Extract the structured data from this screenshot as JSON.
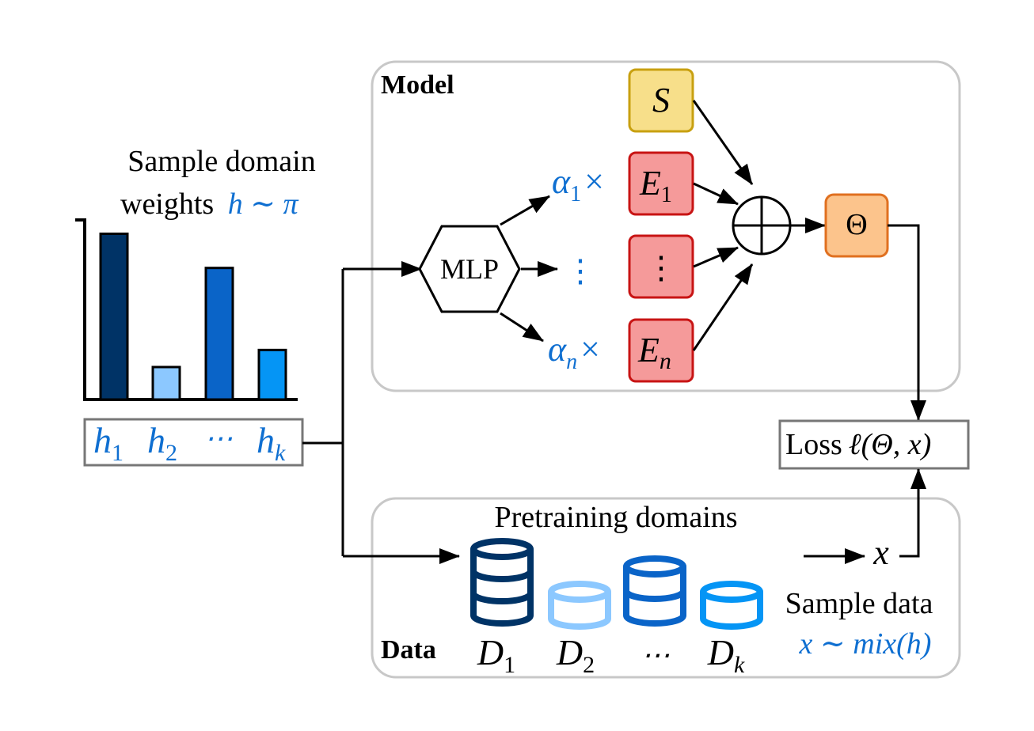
{
  "model_panel": {
    "title": "Model"
  },
  "data_panel": {
    "title": "Data",
    "pretraining_label": "Pretraining domains",
    "sample_label": "Sample data",
    "sample_formula": "x ∼ mix(h)"
  },
  "weights": {
    "caption_line1": "Sample domain",
    "caption_line2_text": "weights",
    "caption_line2_formula": "h ∼ π",
    "bars": [
      {
        "value": 0.97,
        "color": "#003366"
      },
      {
        "value": 0.19,
        "color": "#8cc8ff"
      },
      {
        "value": 0.77,
        "color": "#0a64c8"
      },
      {
        "value": 0.29,
        "color": "#0595f5"
      }
    ],
    "labels": [
      "h",
      "h",
      "⋯",
      "h"
    ],
    "label_subs": [
      "1",
      "2",
      "",
      "k"
    ]
  },
  "mlp": {
    "label": "MLP"
  },
  "experts": {
    "shared": "S",
    "items": [
      {
        "coef": "α",
        "coef_sub": "1",
        "times": "×",
        "name": "E",
        "name_sub": "1"
      },
      {
        "coef": "⋮",
        "coef_sub": "",
        "times": "",
        "name": "⋮",
        "name_sub": ""
      },
      {
        "coef": "α",
        "coef_sub": "n",
        "times": "×",
        "name": "E",
        "name_sub": "n"
      }
    ],
    "sum_symbol": "⊕",
    "output": "Θ"
  },
  "loss": {
    "text": "Loss",
    "formula": "ℓ(Θ, x)"
  },
  "sample_variable": "x",
  "domains": [
    {
      "name": "D",
      "sub": "1",
      "color": "#003366"
    },
    {
      "name": "D",
      "sub": "2",
      "color": "#8cc8ff"
    },
    {
      "name": "⋯",
      "sub": "",
      "color": ""
    },
    {
      "name": "D",
      "sub": "k",
      "color": "#0595f5"
    }
  ],
  "colors": {
    "expert_fill": "#f59a9a",
    "expert_stroke": "#c81414",
    "shared_fill": "#f7df8a",
    "shared_stroke": "#c8a010",
    "theta_fill": "#fcc48c",
    "theta_stroke": "#e07020",
    "accent_blue": "#0f6fd1"
  }
}
